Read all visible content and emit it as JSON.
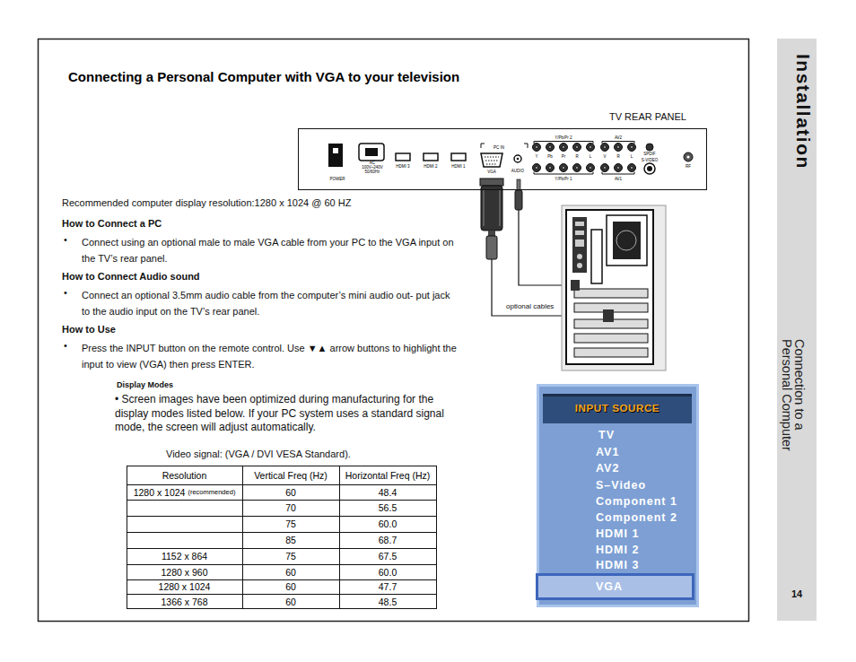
{
  "diagram": {
    "title": "Connecting a Personal Computer with VGA to your television",
    "nodes": [
      {
        "text": [
          "POWER",
          "AC 100V~240V 50/60Hz",
          "HDMI 3",
          "HDMI 2",
          "HDMI 1",
          "PC IN",
          "VGA",
          "AUDIO",
          "Y/Pb/Pr 2",
          "Y",
          "Pb",
          "Pr",
          "R",
          "L",
          "AV2",
          "V",
          "R",
          "L",
          "Y/Pb/Pr 1",
          "AV1",
          "SPDIF",
          "S-VIDEO",
          "RF"
        ]
      },
      {
        "text": [
          "TV",
          "AV1",
          "AV2",
          "S–Video",
          "Component 1",
          "Component 2",
          "HDMI 1",
          "HDMI 2",
          "HDMI 3"
        ]
      },
      {
        "text": [
          "INPUT SOURCE"
        ],
        "in": 1
      },
      {
        "text": [
          "VGA"
        ],
        "in": 1
      },
      {
        "text": [
          "Installation",
          "Connection to a Personal Computer",
          "14"
        ]
      }
    ],
    "labels": [
      "TV REAR PANEL",
      "Recommended computer display resolution:1280 x 1024 @ 60 HZ",
      "How to Connect a PC",
      "•",
      "Connect using an optional male to male VGA cable from your PC to the VGA input on the TV’s rear panel.",
      "How to Connect Audio sound",
      "•",
      "Connect an optional 3.5mm audio cable from the computer’s mini audio out- put jack to the audio input on the TV’s rear panel.",
      "How to Use",
      "•",
      "Press the INPUT button on the remote control. Use ▼▲ arrow buttons to highlight the input to view (VGA) then press ENTER.",
      "Display Modes",
      "• Screen images have been optimized during manufacturing for the display modes listed below. If your PC system uses a standard signal mode, the screen will adjust automatically.",
      "Video signal: (VGA / DVI VESA Standard).",
      "optional cables",
      "Resolution",
      "Vertical Freq (Hz)",
      "Horizontal Freq (Hz)",
      "1280 x 1024",
      "(recommended)",
      "60",
      "48.4",
      "70",
      "56.5",
      "75",
      "60.0",
      "85",
      "68.7",
      "1152 x 864",
      "75",
      "67.5",
      "1280 x 960",
      "60",
      "60.0",
      "1280 x 1024",
      "60",
      "47.7",
      "1366 x 768",
      "60",
      "48.5"
    ]
  }
}
